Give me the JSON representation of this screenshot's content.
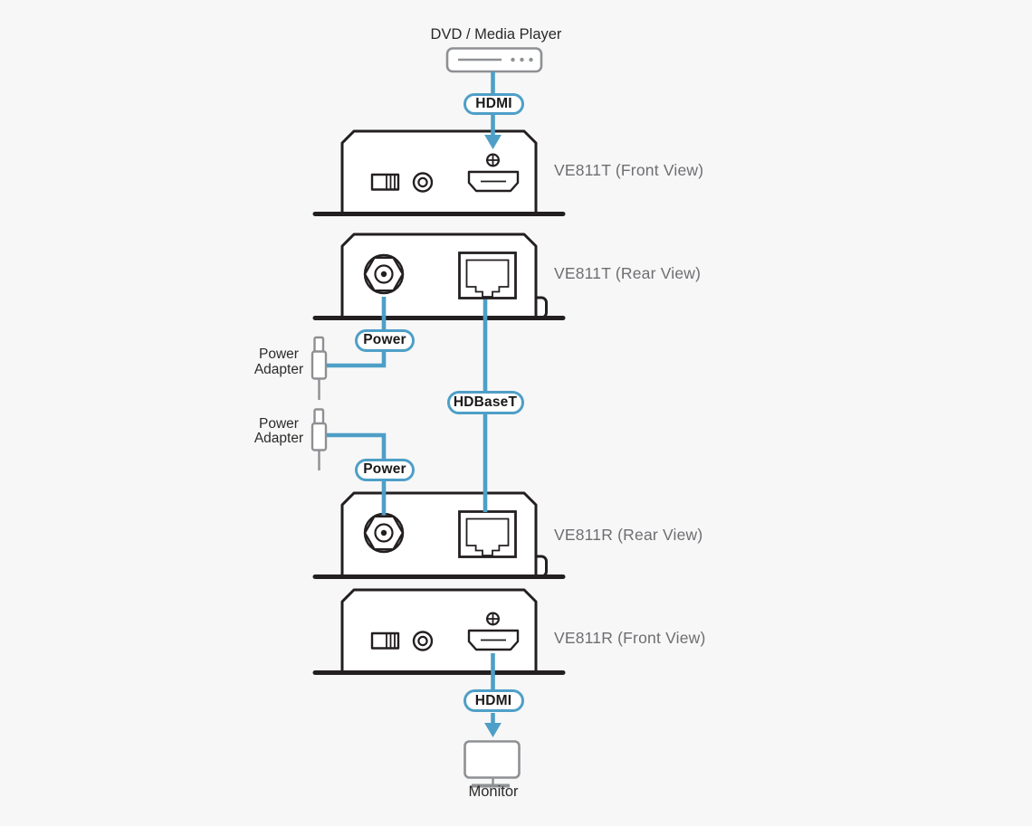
{
  "colors": {
    "accent": "#4E9FC7",
    "outline": "#231F20",
    "label_gray": "#6D6E71",
    "shape_gray": "#8E9093",
    "background": "#F7F7F7",
    "dark_text": "#2B2A29"
  },
  "source": {
    "label": "DVD / Media Player"
  },
  "display": {
    "label": "Monitor"
  },
  "devices": [
    {
      "label": "VE811T (Front View)"
    },
    {
      "label": "VE811T (Rear View)"
    },
    {
      "label": "VE811R (Rear View)"
    },
    {
      "label": "VE811R (Front View)"
    }
  ],
  "connectors": {
    "hdmi_source": "HDMI",
    "power_transmitter": "Power",
    "hdbaset_link": "HDBaseT",
    "power_receiver": "Power",
    "hdmi_display": "HDMI"
  },
  "adapters": [
    {
      "line1": "Power",
      "line2": "Adapter"
    },
    {
      "line1": "Power",
      "line2": "Adapter"
    }
  ],
  "icons": [
    "dvd-player-icon",
    "monitor-icon",
    "power-adapter-icon",
    "dip-switch-icon",
    "ir-jack-icon",
    "grounding-screw-icon",
    "hdmi-port-icon",
    "dc-power-jack-icon",
    "rj45-port-icon",
    "arrow-down-icon",
    "mounting-tab-icon"
  ]
}
